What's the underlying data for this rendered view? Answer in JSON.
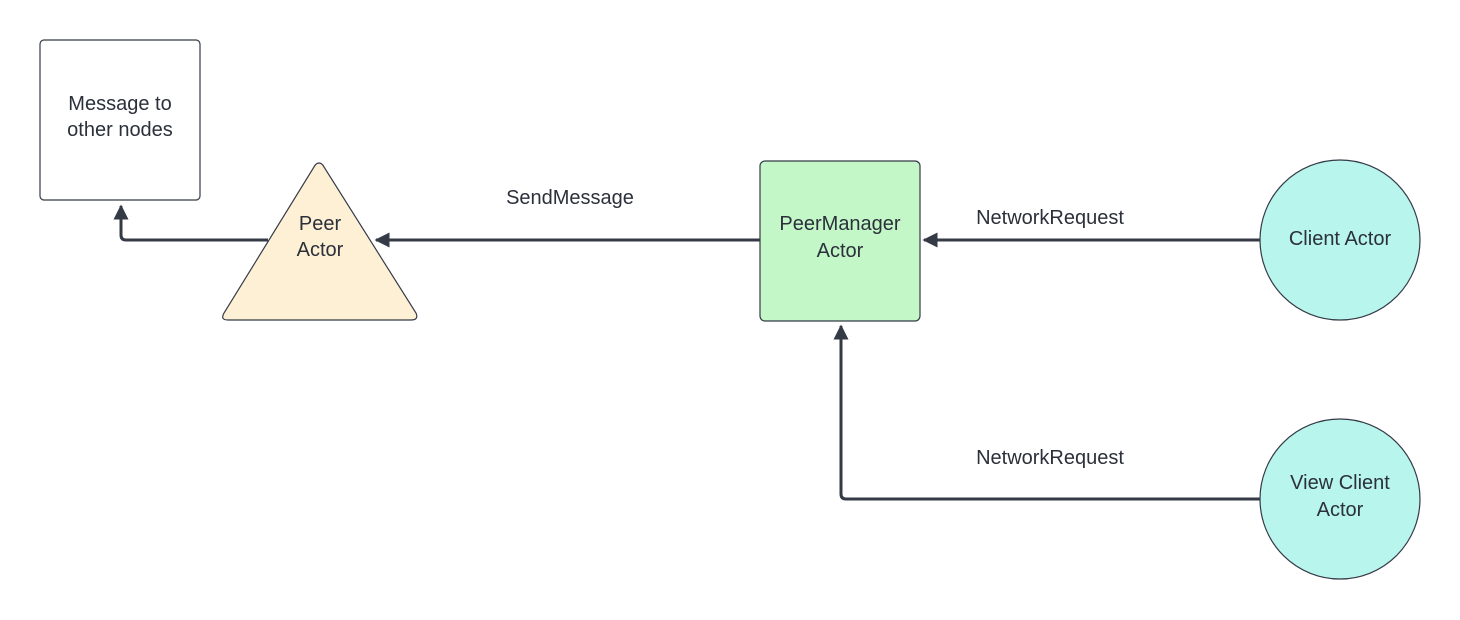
{
  "nodes": {
    "message": {
      "line1": "Message to",
      "line2": "other nodes",
      "fill": "#ffffff"
    },
    "peer": {
      "line1": "Peer",
      "line2": "Actor",
      "fill": "#fdf0d5"
    },
    "peer_manager": {
      "line1": "PeerManager",
      "line2": "Actor",
      "fill": "#c3f7c8"
    },
    "client": {
      "line1": "Client Actor",
      "fill": "#b8f5ed"
    },
    "view_client": {
      "line1": "View Client",
      "line2": "Actor",
      "fill": "#b8f5ed"
    }
  },
  "edges": {
    "send_message": {
      "label": "SendMessage"
    },
    "network_request_client": {
      "label": "NetworkRequest"
    },
    "network_request_view": {
      "label": "NetworkRequest"
    }
  },
  "colors": {
    "stroke": "#343a46",
    "text": "#2b303a"
  }
}
